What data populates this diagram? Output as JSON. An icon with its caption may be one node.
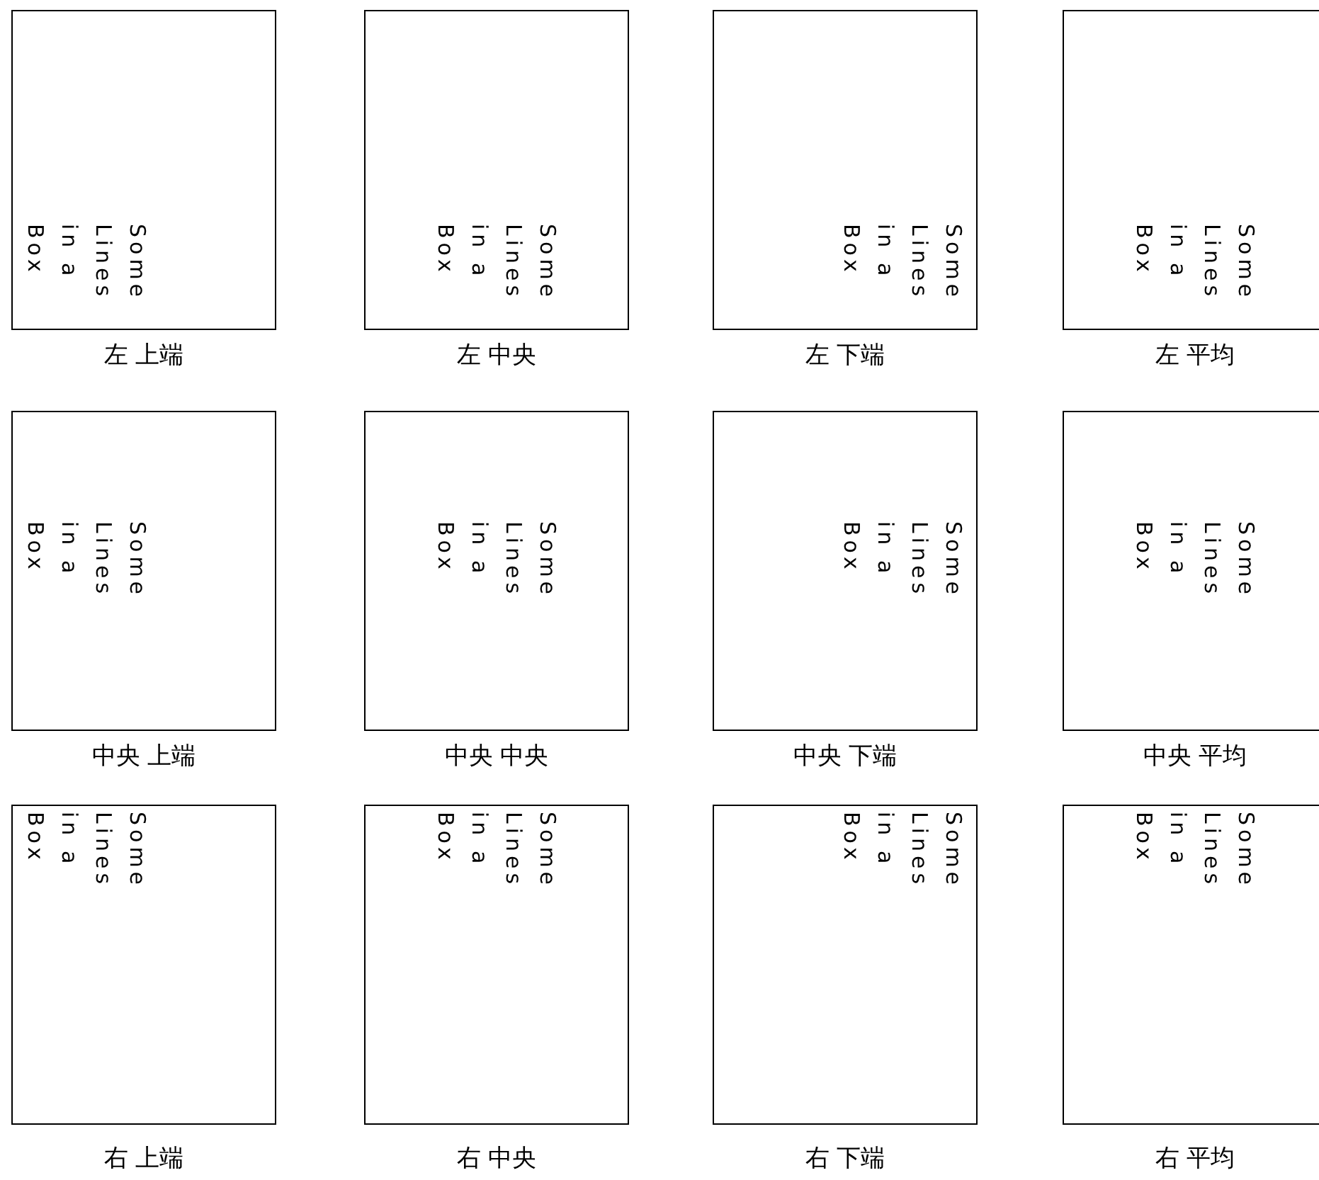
{
  "diagram": {
    "nodes": [
      {
        "text": [
          "Some Lines in a Box"
        ],
        "beside": [
          "左 上端"
        ]
      },
      {
        "text": [
          "Some Lines in a Box"
        ],
        "beside": [
          "左 中央"
        ]
      },
      {
        "text": [
          "Some Lines in a Box"
        ],
        "beside": [
          "左 下端"
        ]
      },
      {
        "text": [
          "Some Lines in a Box"
        ],
        "beside": [
          "左 平均"
        ]
      },
      {
        "text": [
          "Some Lines in a Box"
        ],
        "beside": [
          "中央 上端"
        ]
      },
      {
        "text": [
          "Some Lines in a Box"
        ],
        "beside": [
          "中央 中央"
        ]
      },
      {
        "text": [
          "Some Lines in a Box"
        ],
        "beside": [
          "中央 下端"
        ]
      },
      {
        "text": [
          "Some Lines in a Box"
        ],
        "beside": [
          "中央 平均"
        ]
      },
      {
        "text": [
          "Some Lines in a Box"
        ],
        "beside": [
          "右 上端"
        ]
      },
      {
        "text": [
          "Some Lines in a Box"
        ],
        "beside": [
          "右 中央"
        ]
      },
      {
        "text": [
          "Some Lines in a Box"
        ],
        "beside": [
          "右 下端"
        ]
      },
      {
        "text": [
          "Some Lines in a Box"
        ],
        "beside": [
          "右 平均"
        ]
      }
    ]
  }
}
